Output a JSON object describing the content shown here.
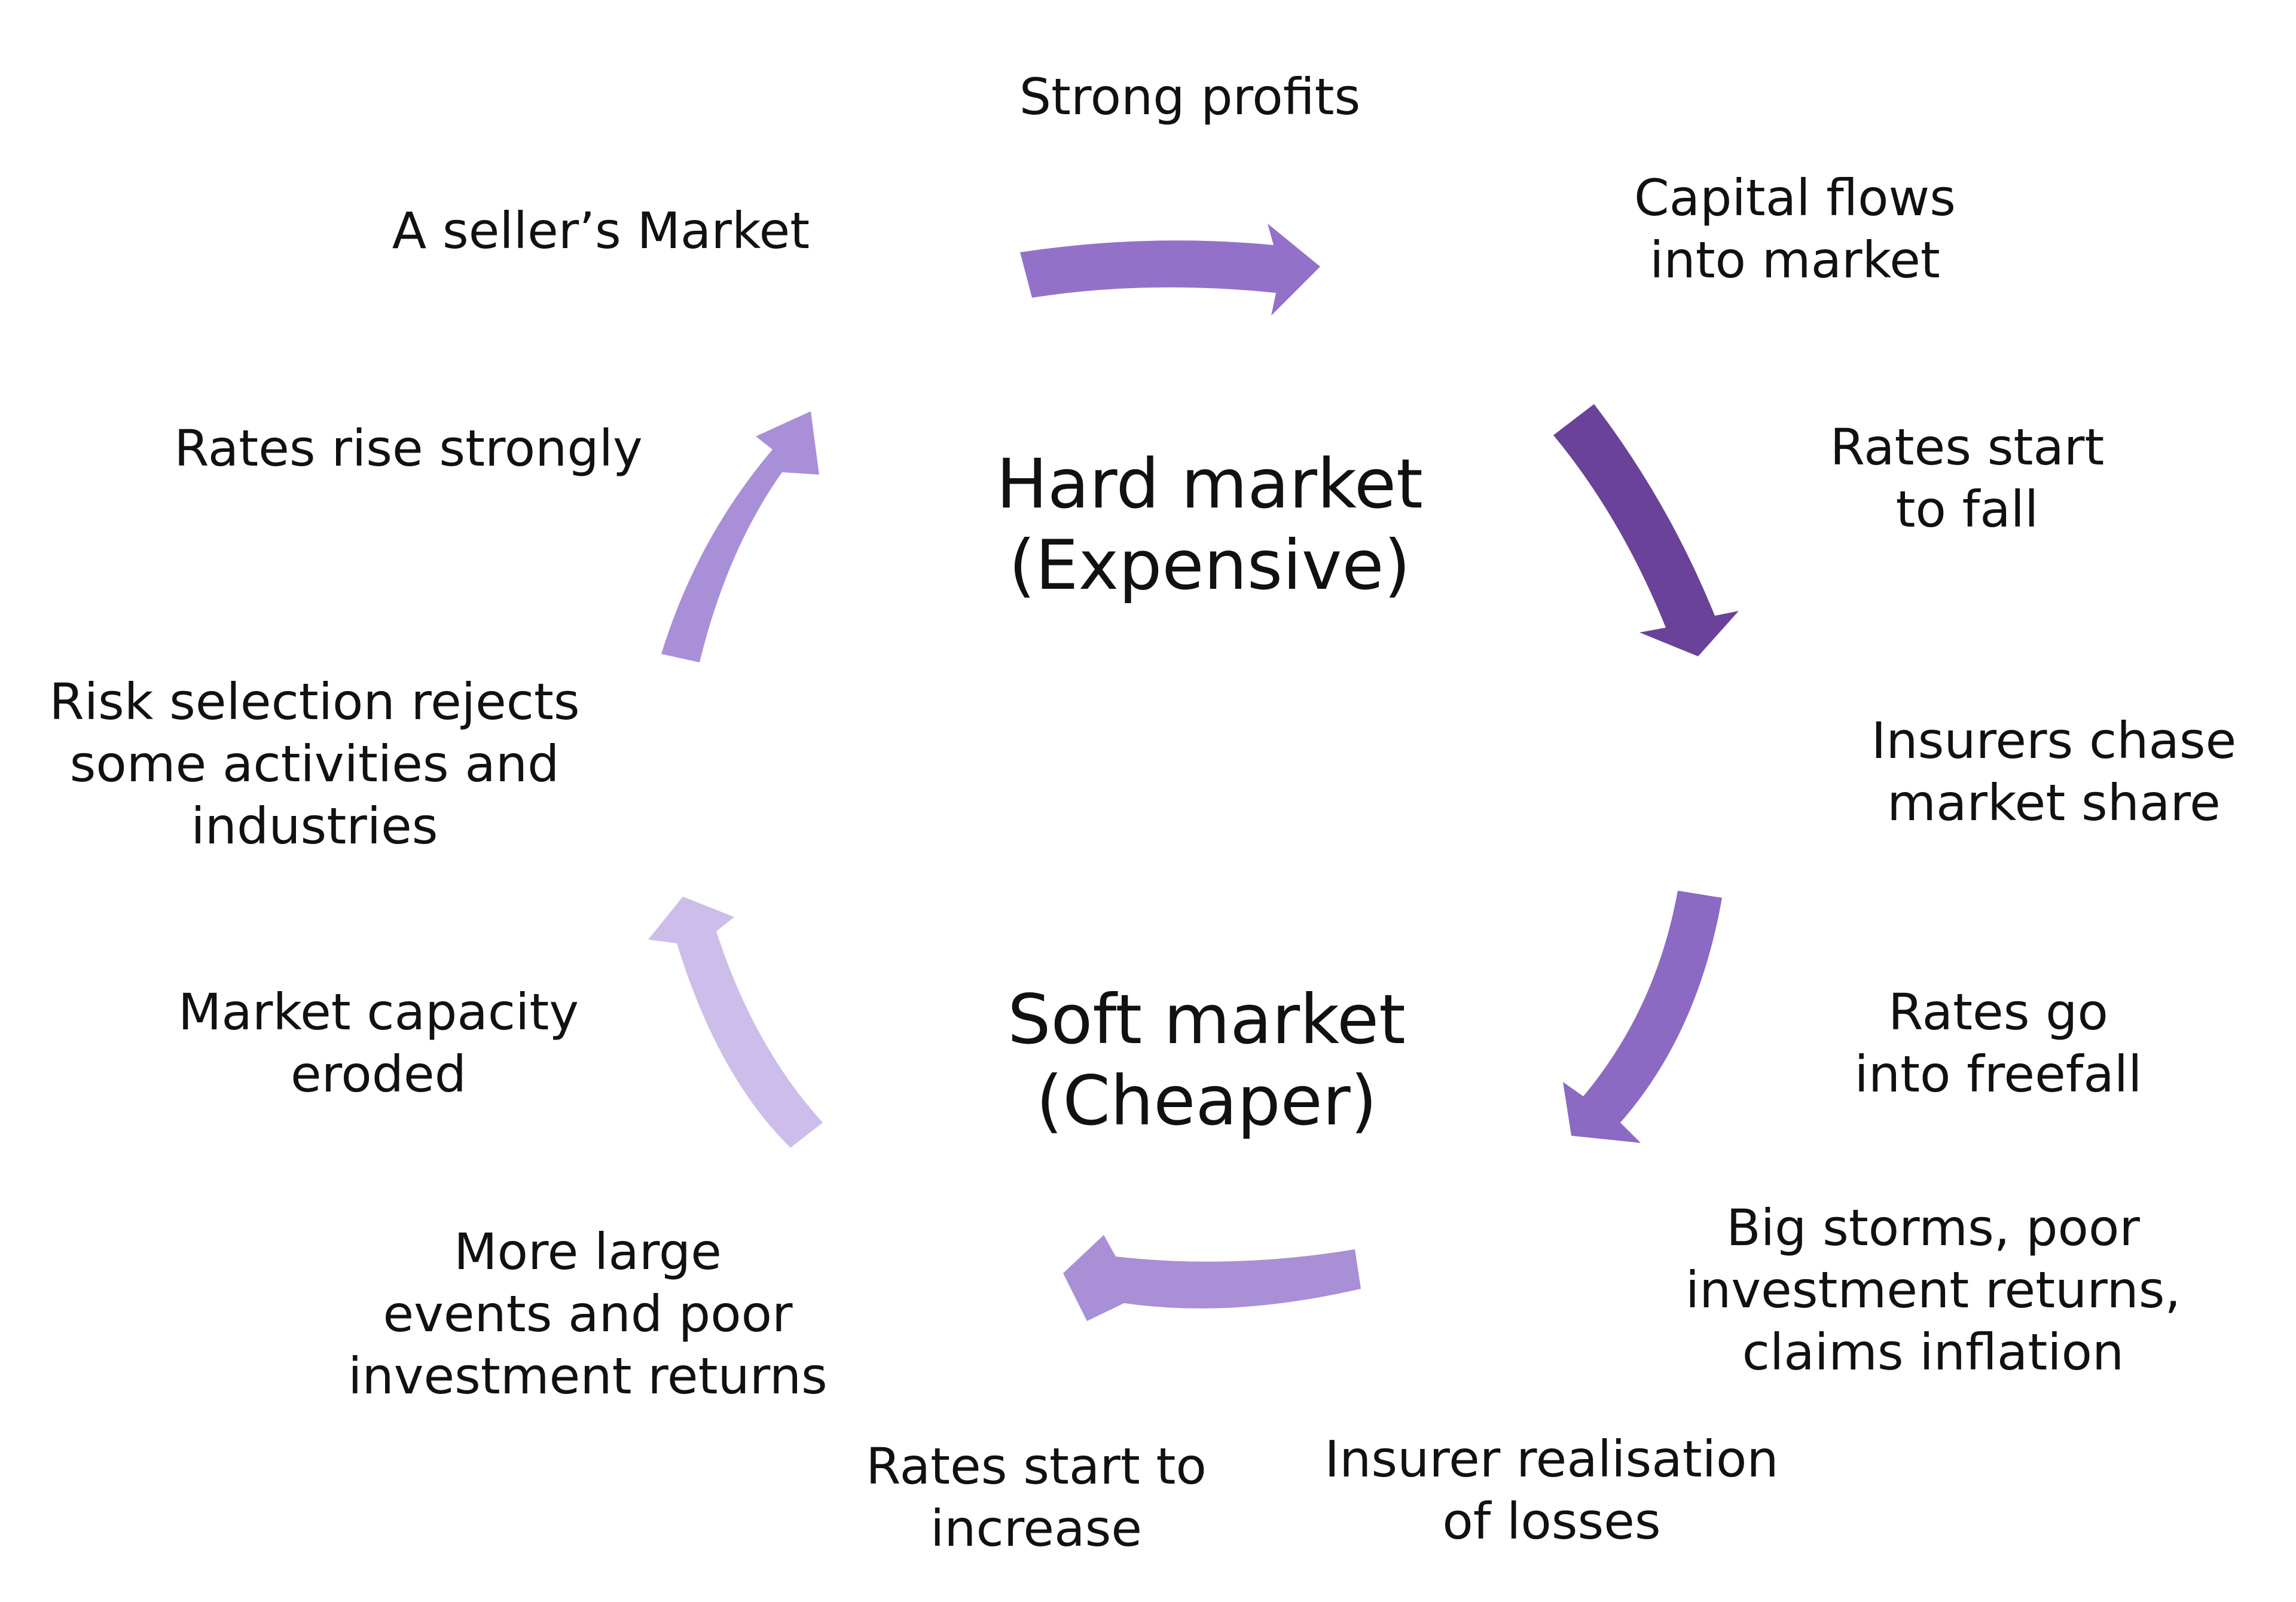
{
  "center": {
    "hard_market": [
      "Hard market",
      "(Expensive)"
    ],
    "soft_market": [
      "Soft market",
      "(Cheaper)"
    ]
  },
  "labels": {
    "strong_profits": [
      "Strong profits"
    ],
    "capital_flows": [
      "Capital flows",
      "into market"
    ],
    "rates_start_to_fall": [
      "Rates start",
      "to fall"
    ],
    "insurers_chase": [
      "Insurers chase",
      "market share"
    ],
    "rates_freefall": [
      "Rates go",
      "into freefall"
    ],
    "big_storms": [
      "Big storms, poor",
      "investment returns,",
      "claims inflation"
    ],
    "insurer_realisation": [
      "Insurer realisation",
      "of losses"
    ],
    "rates_start_increase": [
      "Rates start to",
      "increase"
    ],
    "more_large_events": [
      "More large",
      "events and poor",
      "investment returns"
    ],
    "market_capacity": [
      "Market capacity",
      "eroded"
    ],
    "risk_selection": [
      "Risk selection rejects",
      "some activities and",
      "industries"
    ],
    "rates_rise": [
      "Rates rise strongly"
    ],
    "sellers_market": [
      "A seller’s Market"
    ]
  },
  "colors": {
    "arrow_top": "#9471c9",
    "arrow_top_right": "#6a4299",
    "arrow_bottom_right": "#8c69c3",
    "arrow_bottom": "#a88fd6",
    "arrow_bottom_left": "#cdbdea",
    "arrow_top_left": "#a98fd8"
  }
}
